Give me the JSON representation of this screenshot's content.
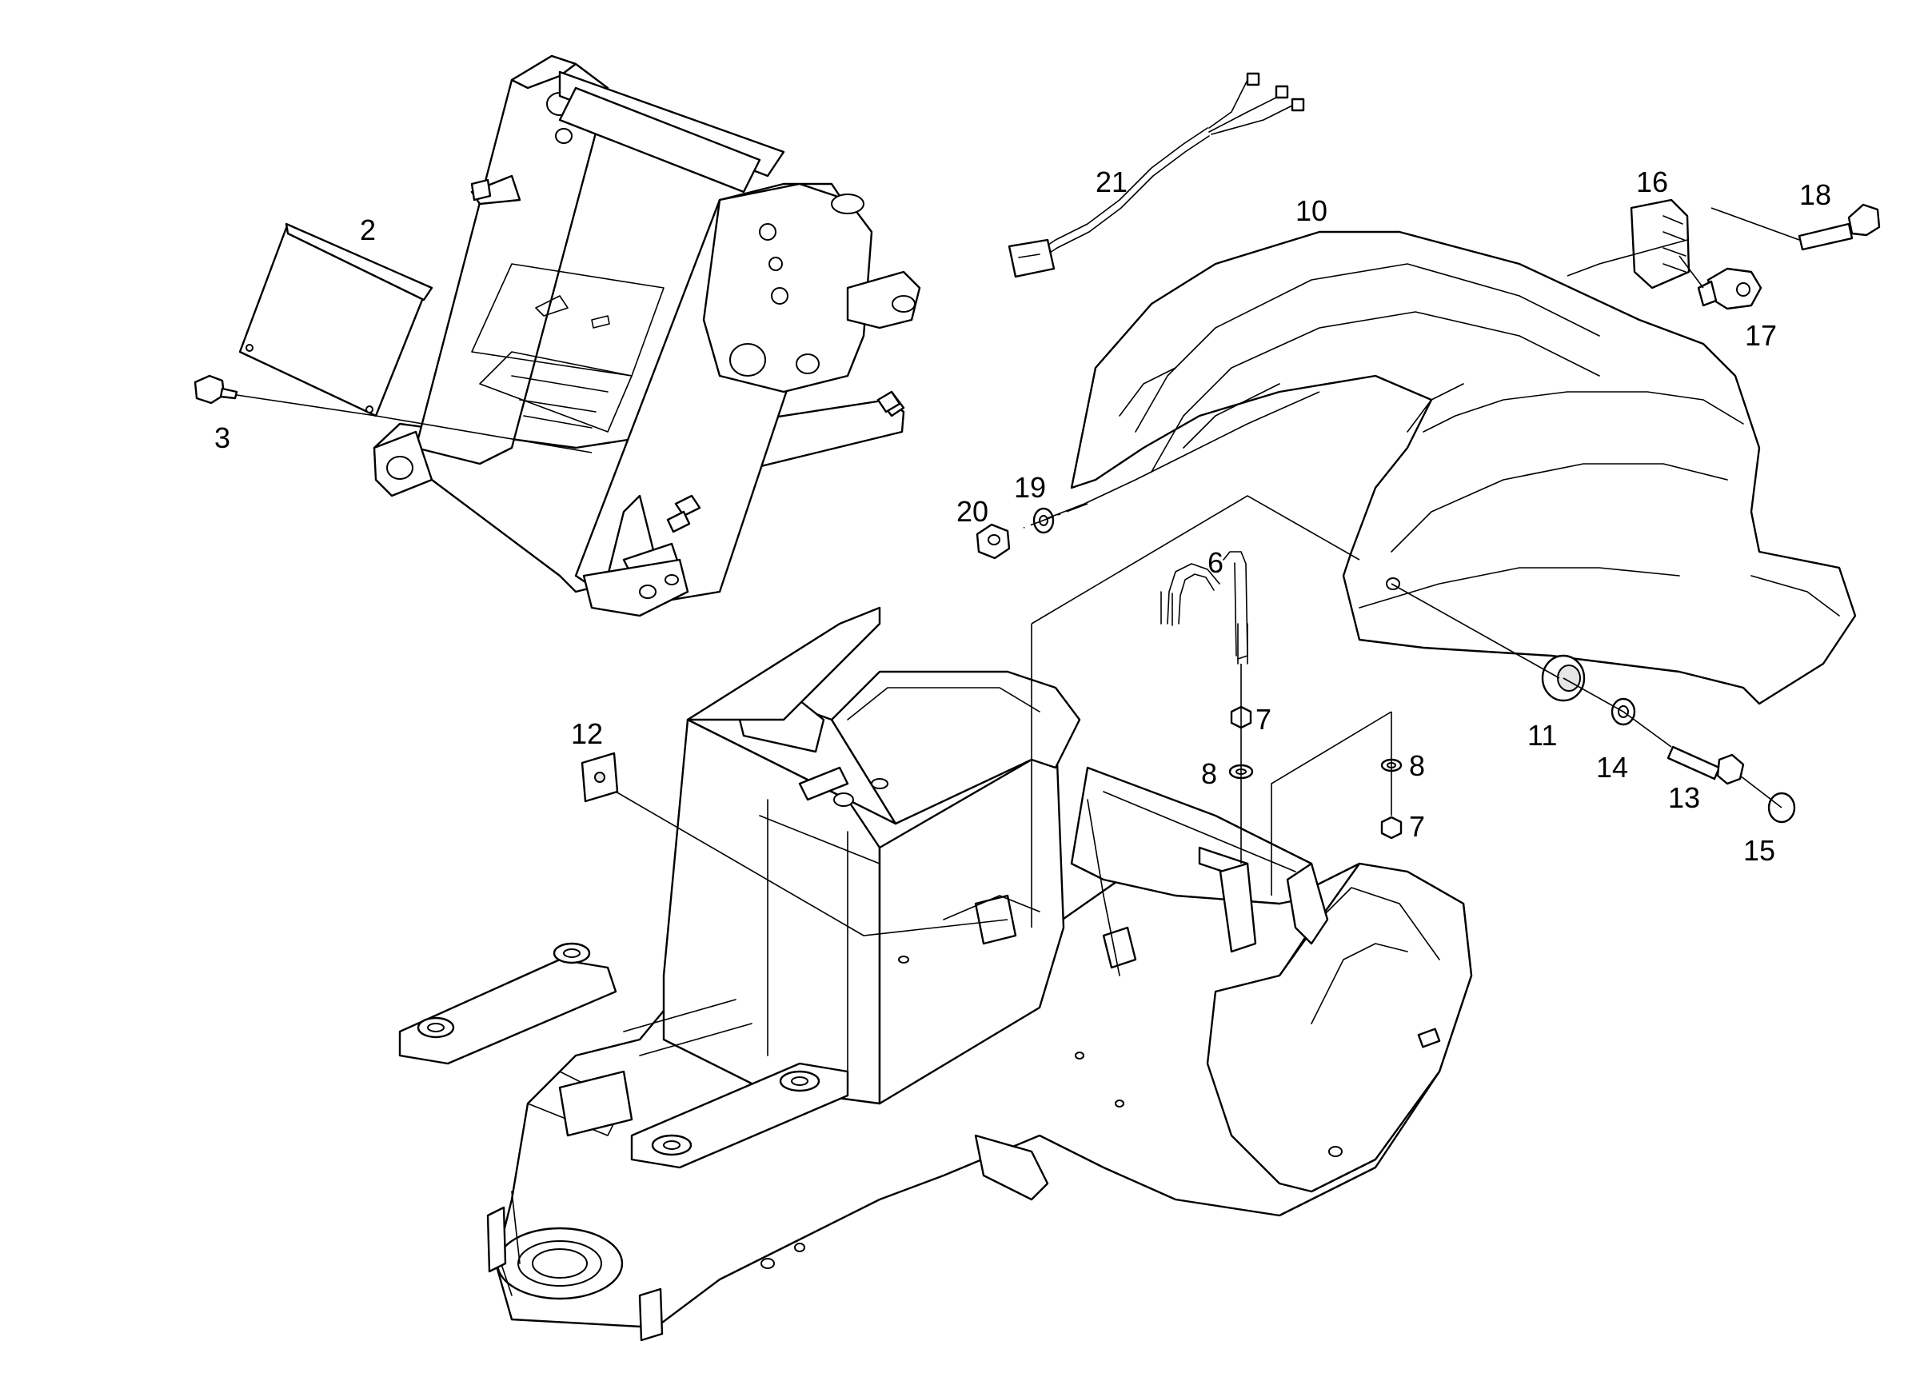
{
  "callouts": {
    "c2": "2",
    "c3": "3",
    "c6": "6",
    "c7a": "7",
    "c7b": "7",
    "c8a": "8",
    "c8b": "8",
    "c10": "10",
    "c11": "11",
    "c12": "12",
    "c13": "13",
    "c14": "14",
    "c15": "15",
    "c16": "16",
    "c17": "17",
    "c18": "18",
    "c19": "19",
    "c20": "20",
    "c21": "21"
  },
  "icons": {
    "bolt": "bolt-icon",
    "nut": "nut-icon",
    "washer": "washer-icon",
    "lamp": "lamp-icon",
    "bulb": "bulb-icon",
    "cable": "cable-harness-icon"
  }
}
